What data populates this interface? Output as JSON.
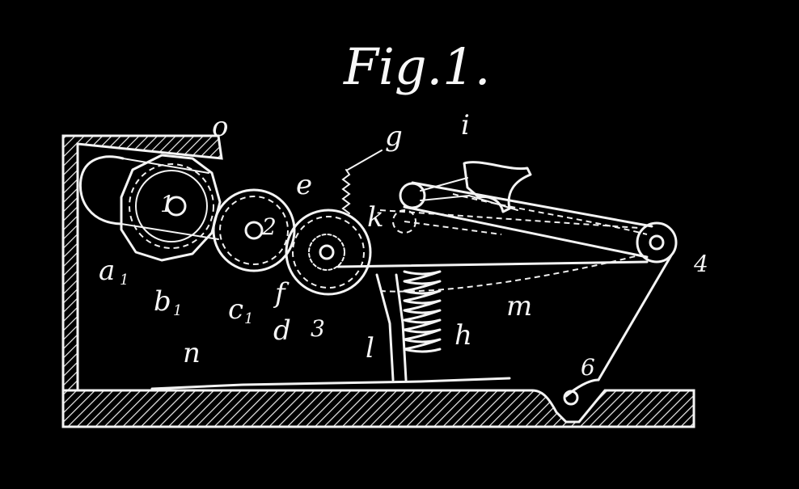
{
  "figure": {
    "title": "Fig.1."
  },
  "labels": {
    "o": "o",
    "i": "i",
    "e": "e",
    "k": "k",
    "one": "1",
    "two": "2",
    "three": "3",
    "four": "4",
    "six": "6",
    "g": "g",
    "a1": "a",
    "a1_sub": "1",
    "b1": "b",
    "b1_sub": "1",
    "c1": "c",
    "c1_sub": "1",
    "f": "f",
    "d": "d",
    "l": "l",
    "h": "h",
    "m": "m",
    "n": "n"
  },
  "colors": {
    "background": "#000000",
    "ink": "#f4f4f4"
  }
}
